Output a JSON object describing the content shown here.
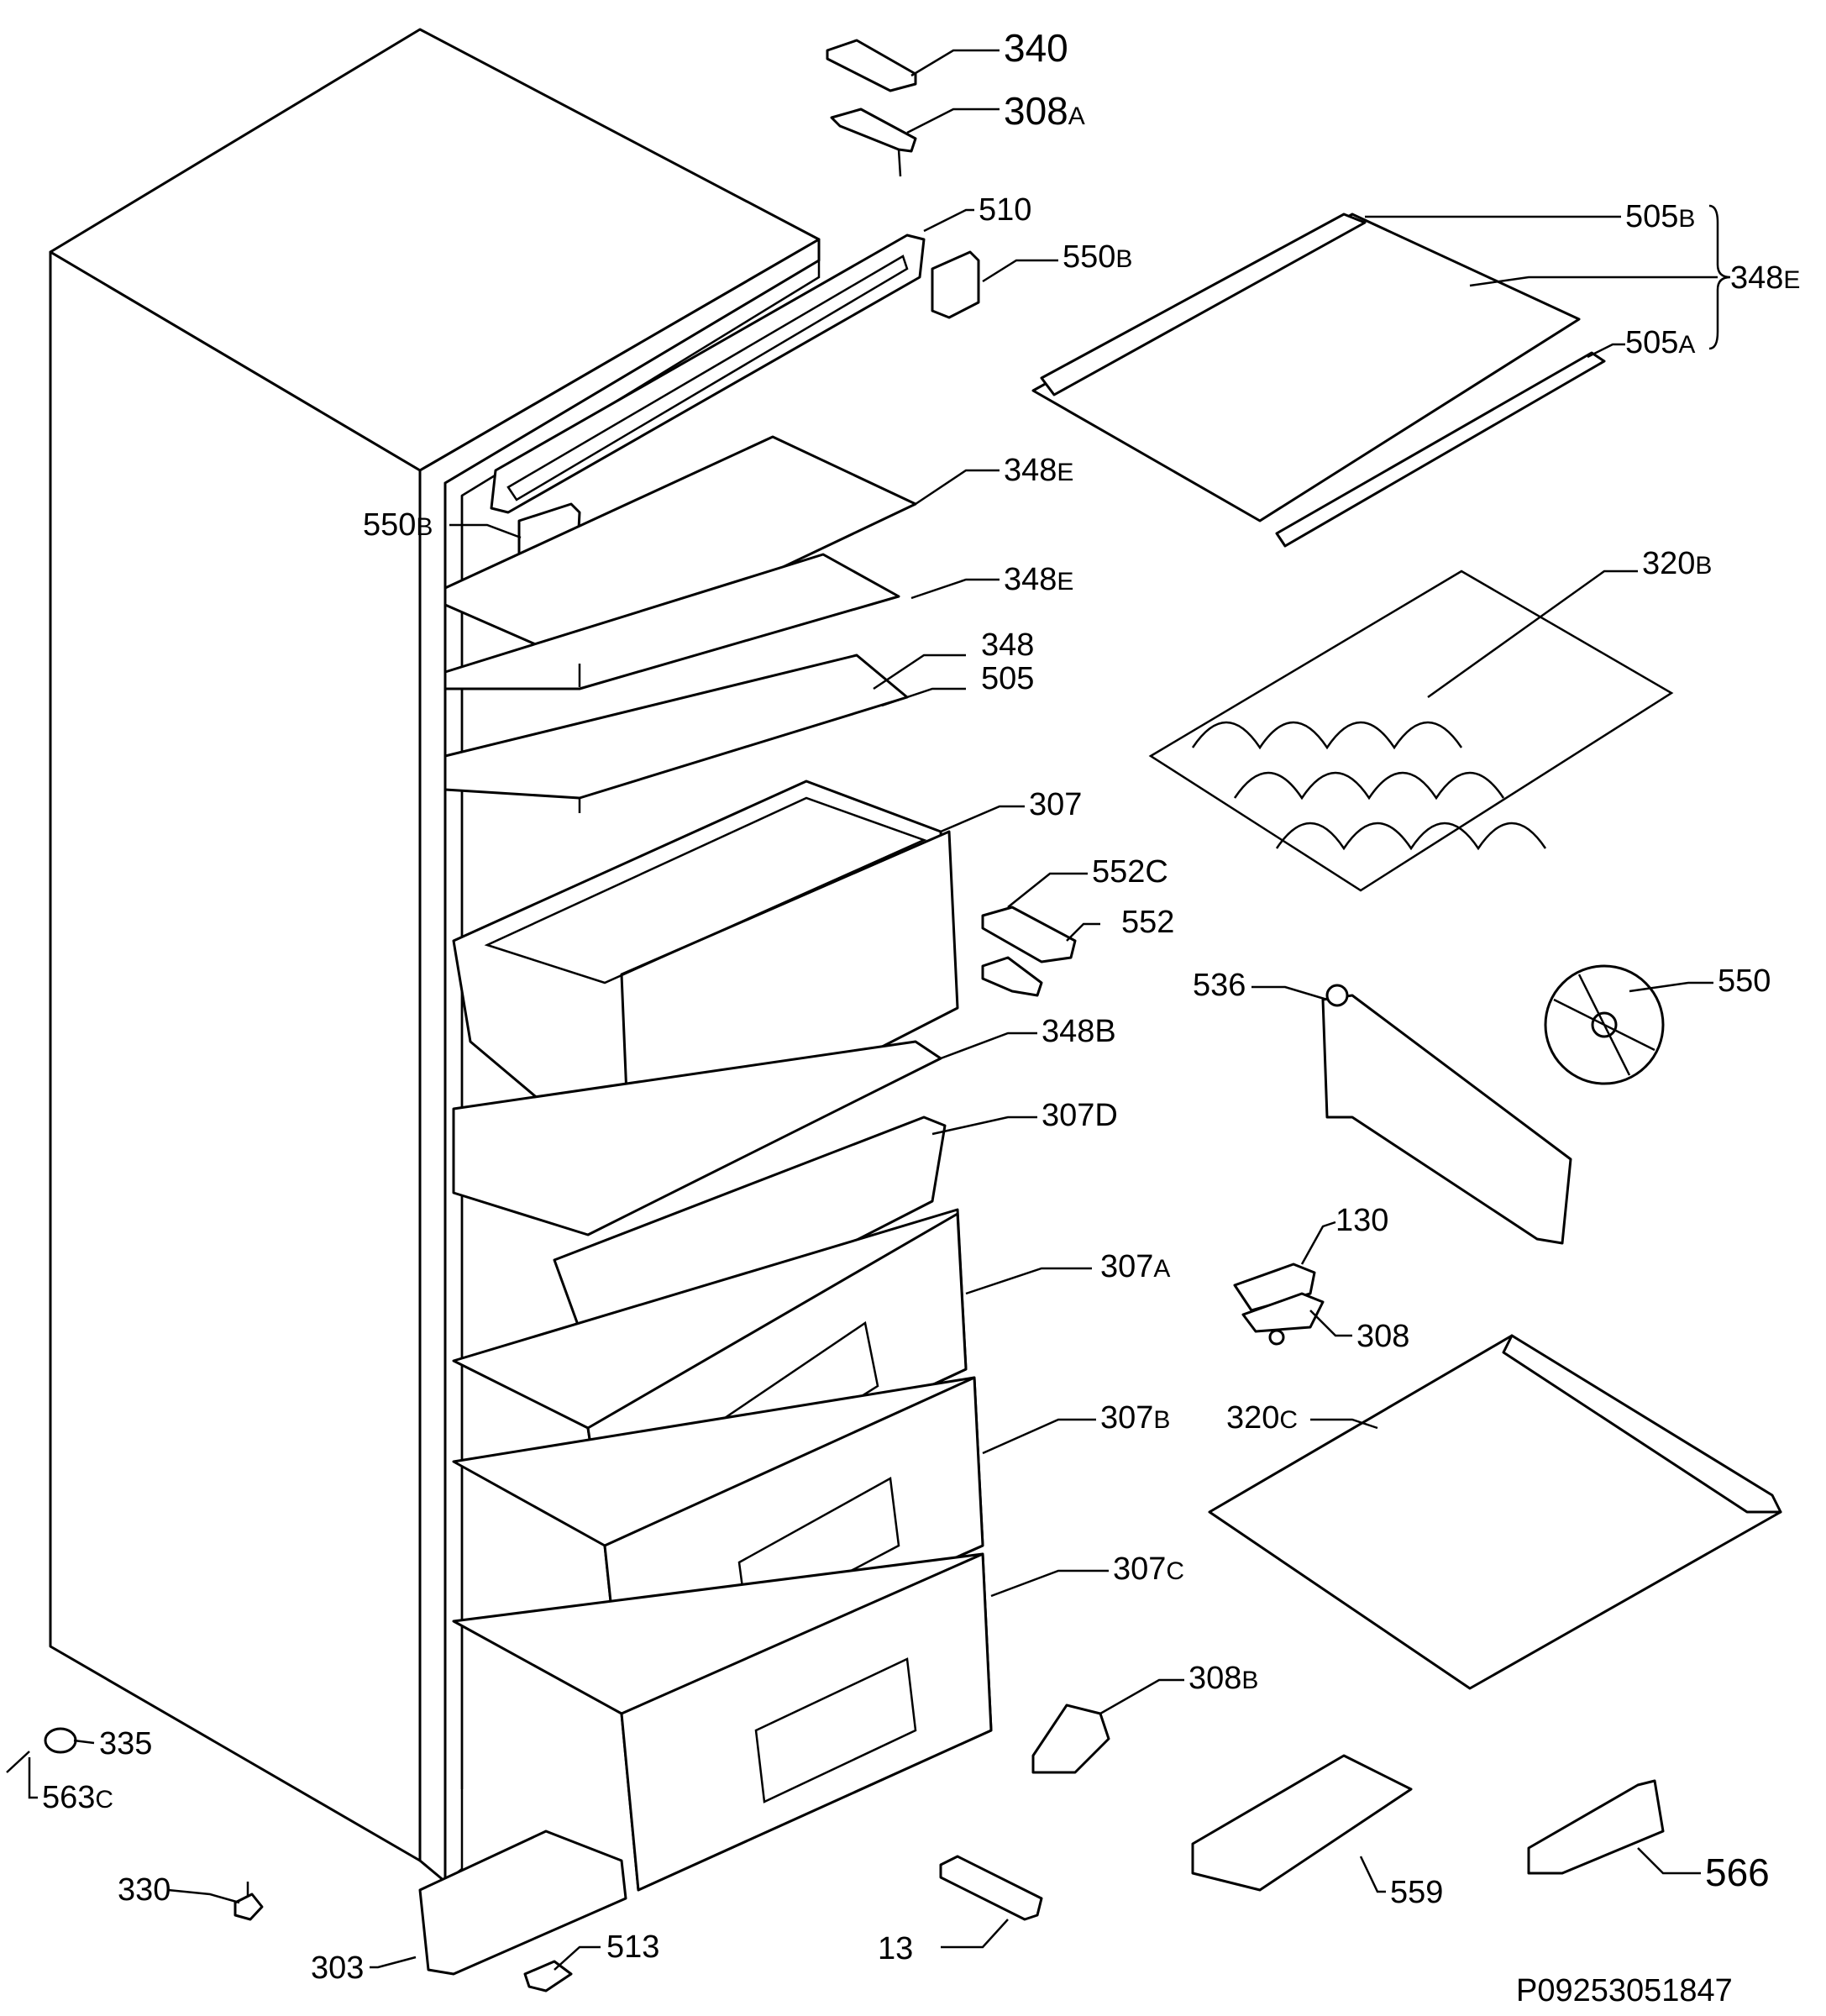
{
  "diagram": {
    "footer_code": "P09253051847",
    "labels": {
      "l340": {
        "main": "340",
        "sub": ""
      },
      "l308A": {
        "main": "308",
        "sub": "A"
      },
      "l510": {
        "main": "510",
        "sub": ""
      },
      "l550B_top": {
        "main": "550",
        "sub": "B"
      },
      "l505B": {
        "main": "505",
        "sub": "B"
      },
      "l348E_group": {
        "main": "348",
        "sub": "E"
      },
      "l505A": {
        "main": "505",
        "sub": "A"
      },
      "l550B_left": {
        "main": "550",
        "sub": "B"
      },
      "l348E_1": {
        "main": "348",
        "sub": "E"
      },
      "l348E_2": {
        "main": "348",
        "sub": "E"
      },
      "l348": {
        "main": "348",
        "sub": ""
      },
      "l505": {
        "main": "505",
        "sub": ""
      },
      "l320B": {
        "main": "320",
        "sub": "B"
      },
      "l307": {
        "main": "307",
        "sub": ""
      },
      "l552C": {
        "main": "552C",
        "sub": ""
      },
      "l552": {
        "main": "552",
        "sub": ""
      },
      "l536": {
        "main": "536",
        "sub": ""
      },
      "l550": {
        "main": "550",
        "sub": ""
      },
      "l348B": {
        "main": "348B",
        "sub": ""
      },
      "l307D": {
        "main": "307D",
        "sub": ""
      },
      "l130": {
        "main": "130",
        "sub": ""
      },
      "l307A": {
        "main": "307",
        "sub": "A"
      },
      "l308": {
        "main": "308",
        "sub": ""
      },
      "l307B": {
        "main": "307",
        "sub": "B"
      },
      "l320C": {
        "main": "320",
        "sub": "C"
      },
      "l307C": {
        "main": "307",
        "sub": "C"
      },
      "l308B": {
        "main": "308",
        "sub": "B"
      },
      "l335": {
        "main": "335",
        "sub": ""
      },
      "l563C": {
        "main": "563",
        "sub": "C"
      },
      "l330": {
        "main": "330",
        "sub": ""
      },
      "l303": {
        "main": "303",
        "sub": ""
      },
      "l513": {
        "main": "513",
        "sub": ""
      },
      "l13": {
        "main": "13",
        "sub": ""
      },
      "l559": {
        "main": "559",
        "sub": ""
      },
      "l566": {
        "main": "566",
        "sub": ""
      }
    }
  }
}
